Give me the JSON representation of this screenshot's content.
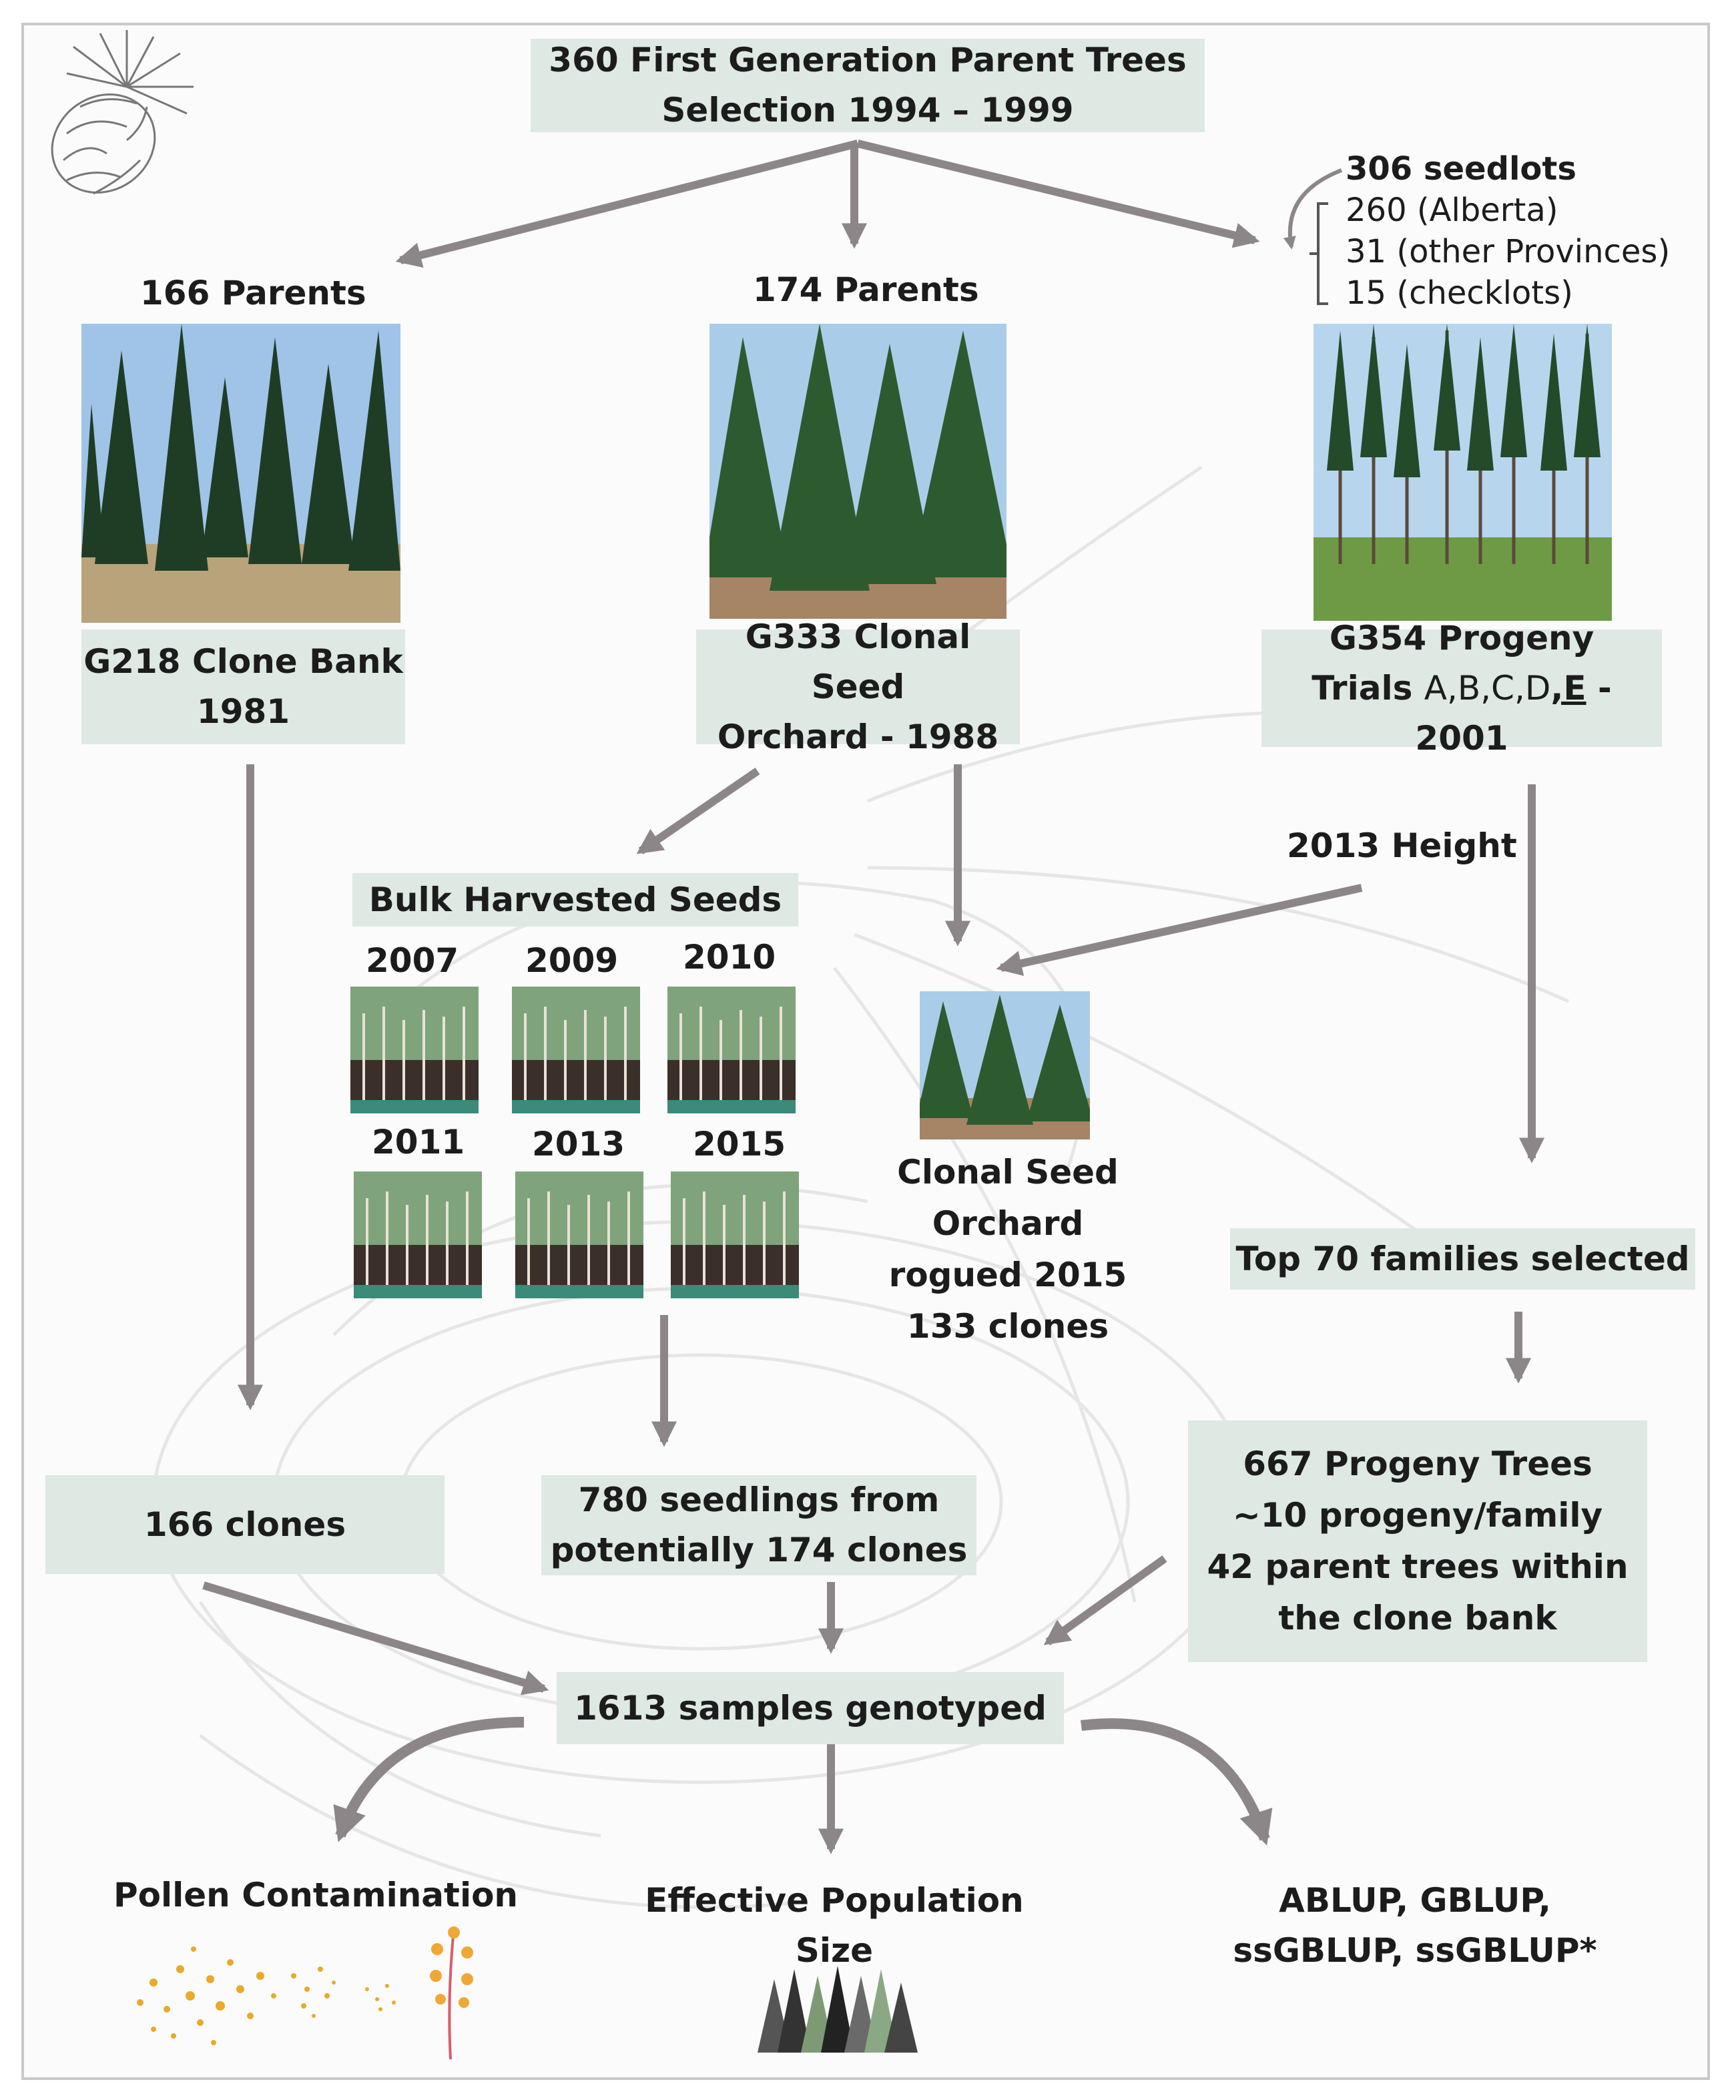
{
  "top_box": {
    "line1": "360 First Generation Parent Trees",
    "line2": "Selection 1994 – 1999"
  },
  "left": {
    "parents": "166 Parents",
    "box_line1": "G218 Clone Bank",
    "box_line2": "1981",
    "clones": "166 clones"
  },
  "middle": {
    "parents": "174 Parents",
    "box_line1": "G333 Clonal Seed",
    "box_line2": "Orchard - 1988",
    "bulk_title": "Bulk Harvested Seeds",
    "years": [
      "2007",
      "2009",
      "2010",
      "2011",
      "2013",
      "2015"
    ],
    "rogued": [
      "Clonal Seed",
      "Orchard",
      "rogued 2015",
      "133 clones"
    ],
    "seedlings_line1": "780 seedlings from",
    "seedlings_line2": "potentially 174 clones"
  },
  "right": {
    "seedlots_head": "306 seedlots",
    "seedlots": [
      "260 (Alberta)",
      "31 (other Provinces)",
      "15 (checklots)"
    ],
    "box_line1": "G354 Progeny",
    "box_line2_bold_a": "Trials ",
    "box_line2_normal": "A,B,C,D",
    "box_line2_bold_b": ",E",
    "box_line2_bold_c": " - 2001",
    "height": "2013 Height",
    "top70": "Top 70 families selected",
    "progeny": [
      "667 Progeny Trees",
      "~10 progeny/family",
      "42 parent trees within",
      "the clone bank"
    ]
  },
  "genotyped": "1613 samples genotyped",
  "outputs": {
    "pollen": "Pollen Contamination",
    "eff_line1": "Effective Population",
    "eff_line2": "Size",
    "blup_line1": "ABLUP, GBLUP,",
    "blup_line2": "ssGBLUP, ssGBLUP*"
  },
  "icons": [
    "pine-cone-icon",
    "pollen-dots-icon",
    "flower-branch-icon",
    "forest-icon"
  ],
  "colors": {
    "box": "#dde9e2",
    "arrow": "#8d8689",
    "text": "#1c1c1c"
  }
}
